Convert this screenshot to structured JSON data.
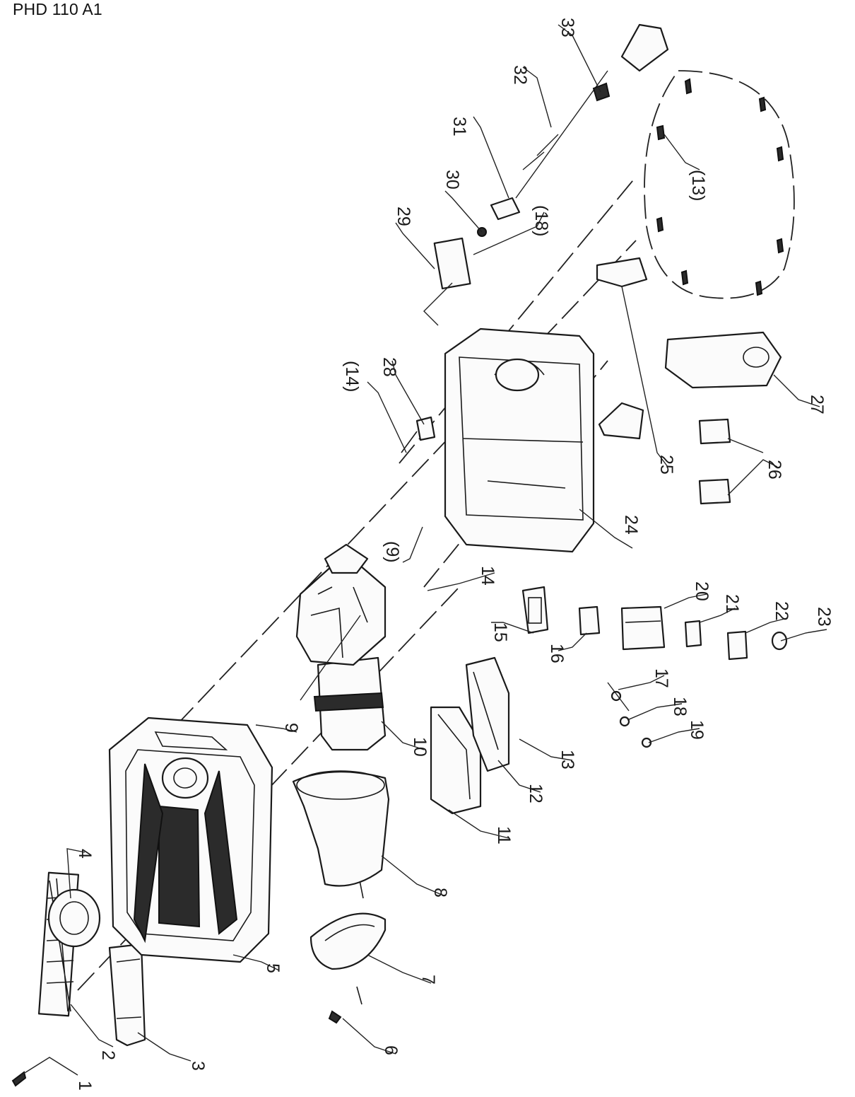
{
  "title": "PHD 110 A1",
  "colors": {
    "ink": "#1a1a1a",
    "background": "#ffffff"
  },
  "labels": [
    {
      "id": "l1",
      "text": "1"
    },
    {
      "id": "l2",
      "text": "2"
    },
    {
      "id": "l3",
      "text": "3"
    },
    {
      "id": "l4",
      "text": "4"
    },
    {
      "id": "l5",
      "text": "5"
    },
    {
      "id": "l6",
      "text": "6"
    },
    {
      "id": "l7",
      "text": "7"
    },
    {
      "id": "l8",
      "text": "8"
    },
    {
      "id": "l9",
      "text": "9"
    },
    {
      "id": "l10",
      "text": "10"
    },
    {
      "id": "l11",
      "text": "11"
    },
    {
      "id": "l12",
      "text": "12"
    },
    {
      "id": "l13",
      "text": "13"
    },
    {
      "id": "l14",
      "text": "14"
    },
    {
      "id": "l15",
      "text": "15"
    },
    {
      "id": "l16",
      "text": "16"
    },
    {
      "id": "l17",
      "text": "17"
    },
    {
      "id": "l18",
      "text": "18"
    },
    {
      "id": "l19",
      "text": "19"
    },
    {
      "id": "l20",
      "text": "20"
    },
    {
      "id": "l21",
      "text": "21"
    },
    {
      "id": "l22",
      "text": "22"
    },
    {
      "id": "l23",
      "text": "23"
    },
    {
      "id": "l24",
      "text": "24"
    },
    {
      "id": "l25",
      "text": "25"
    },
    {
      "id": "l26",
      "text": "26"
    },
    {
      "id": "l27",
      "text": "27"
    },
    {
      "id": "l28",
      "text": "28"
    },
    {
      "id": "l29",
      "text": "29"
    },
    {
      "id": "l30",
      "text": "30"
    },
    {
      "id": "l31",
      "text": "31"
    },
    {
      "id": "l32",
      "text": "32"
    },
    {
      "id": "l33",
      "text": "33"
    },
    {
      "id": "l9b",
      "text": "(9)"
    },
    {
      "id": "l13b",
      "text": "(13)"
    },
    {
      "id": "l14b",
      "text": "(14)"
    },
    {
      "id": "l18b",
      "text": "(18)"
    }
  ]
}
